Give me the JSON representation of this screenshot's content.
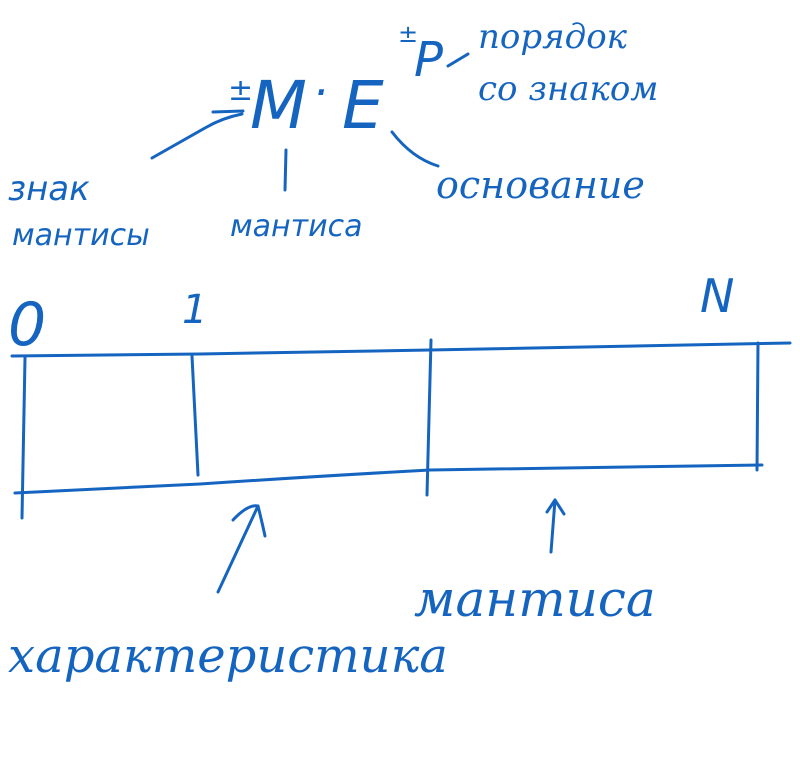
{
  "ink_color": "#1565c0",
  "formula": {
    "sign": "±",
    "mantissa_symbol": "M",
    "dot": "·",
    "base_symbol": "E",
    "exponent_sign": "±",
    "exponent_symbol": "P"
  },
  "labels": {
    "exponent_line1": "порядок",
    "exponent_line2": "со знаком",
    "sign_line1": "знак",
    "sign_line2": "мантисы",
    "mantissa": "мантиса",
    "base": "основание"
  },
  "bit_marks": {
    "left": "0",
    "middle": "1",
    "right": "N"
  },
  "bottom_labels": {
    "characteristic": "характеристика",
    "mantissa": "мантиса"
  }
}
